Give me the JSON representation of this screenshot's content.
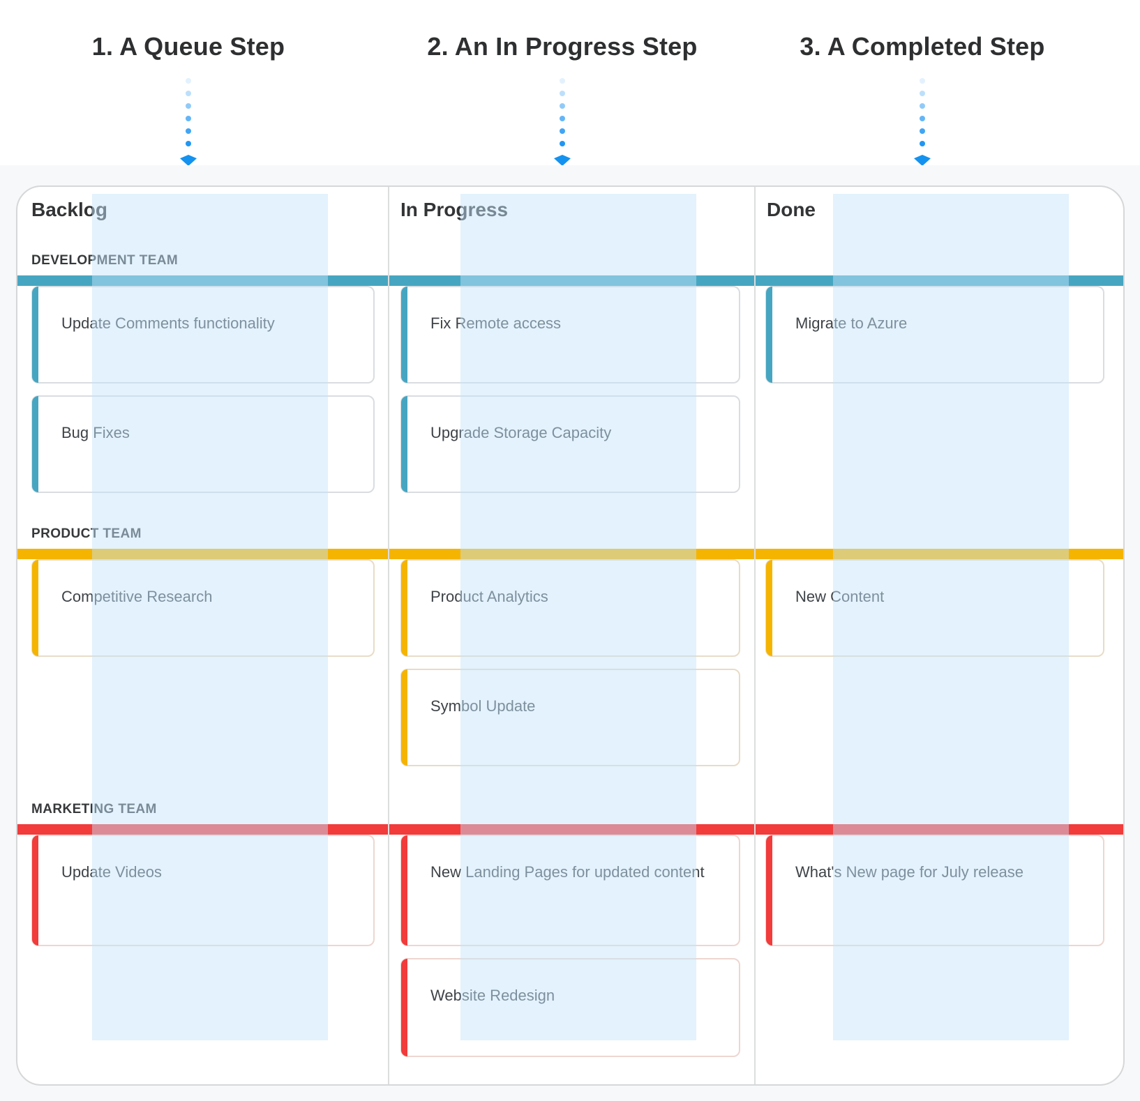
{
  "annotations": {
    "steps": [
      {
        "label": "1. A Queue Step"
      },
      {
        "label": "2. An In Progress Step"
      },
      {
        "label": "3. A Completed Step"
      }
    ],
    "arrow_color": "#2196f3"
  },
  "board": {
    "columns": [
      {
        "title": "Backlog"
      },
      {
        "title": "In Progress"
      },
      {
        "title": "Done"
      }
    ],
    "lanes": [
      {
        "label": "DEVELOPMENT TEAM",
        "color": "#46a6c1",
        "columns": [
          [
            "Update Comments functionality",
            "Bug Fixes"
          ],
          [
            "Fix Remote access",
            "Upgrade Storage Capacity"
          ],
          [
            "Migrate to Azure"
          ]
        ]
      },
      {
        "label": "PRODUCT TEAM",
        "color": "#f5b400",
        "columns": [
          [
            "Competitive Research"
          ],
          [
            "Product Analytics",
            "Symbol Update"
          ],
          [
            "New Content"
          ]
        ]
      },
      {
        "label": "MARKETING TEAM",
        "color": "#f23b3b",
        "columns": [
          [
            "Update Videos"
          ],
          [
            "New Landing Pages for updated content",
            "Website Redesign"
          ],
          [
            "What's New page for July release"
          ]
        ]
      }
    ],
    "highlight_color": "#e7f2fd",
    "background_color": "#f7f8f9"
  }
}
